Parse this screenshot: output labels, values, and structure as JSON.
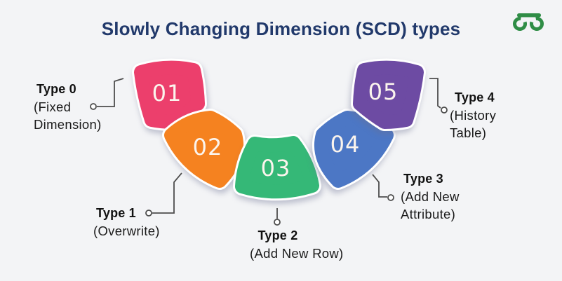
{
  "title": "Slowly Changing Dimension (SCD) types",
  "logo": {
    "name": "GeeksforGeeks",
    "color": "#2F8D46"
  },
  "colors": {
    "background": "#f3f4f6",
    "title_text": "#21396b",
    "label_text": "#1a1a1a",
    "connector": "#4d4d4d",
    "number_text": "#fbf4ed"
  },
  "wedges": [
    {
      "number": "01",
      "color": "#ec3f6c",
      "label": "Type 0",
      "detail": [
        "(Fixed",
        "Dimension)"
      ]
    },
    {
      "number": "02",
      "color": "#f58220",
      "label": "Type 1",
      "detail": [
        "(Overwrite)"
      ]
    },
    {
      "number": "03",
      "color": "#35b877",
      "label": "Type 2",
      "detail": [
        "(Add New Row)"
      ]
    },
    {
      "number": "04",
      "color": "#4c77c5",
      "label": "Type 3",
      "detail": [
        "(Add New",
        "Attribute)"
      ]
    },
    {
      "number": "05",
      "color": "#6d4ba3",
      "label": "Type 4",
      "detail": [
        "(History",
        "Table)"
      ]
    }
  ]
}
